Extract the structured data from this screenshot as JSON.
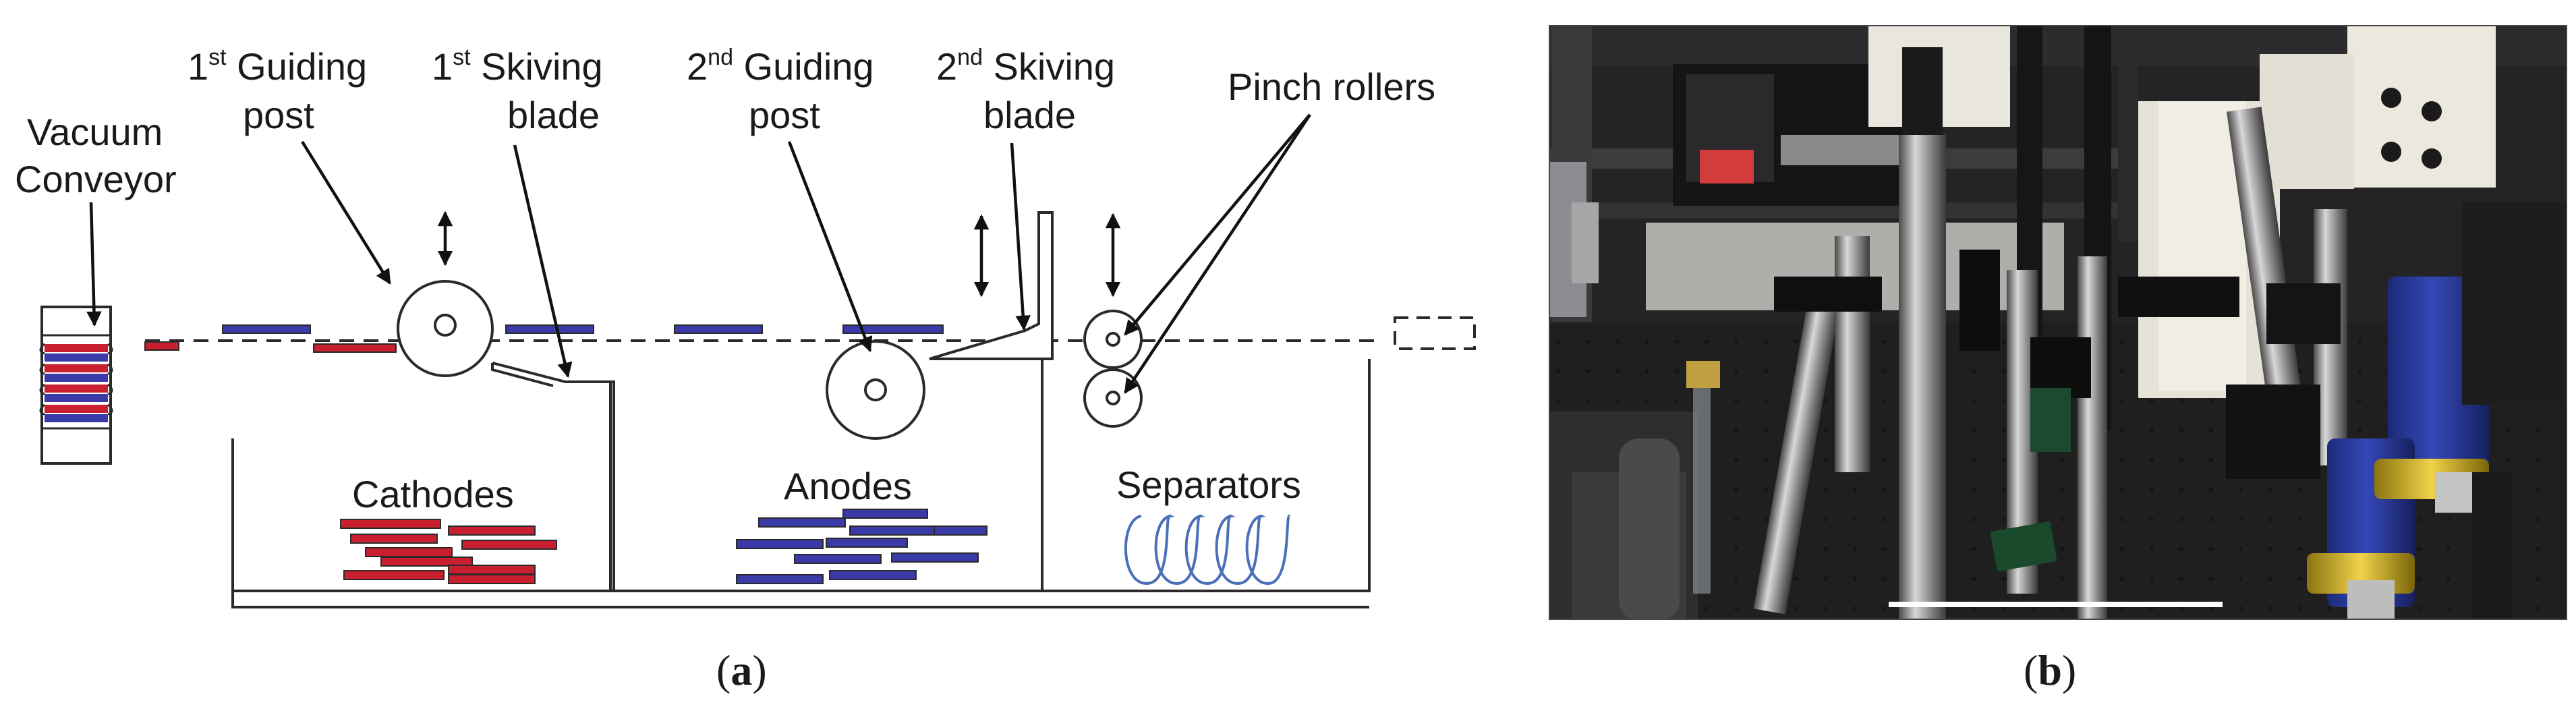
{
  "panel_a": {
    "labels": {
      "vacuum_line1": "Vacuum",
      "vacuum_line2": "Conveyor",
      "guide1_sup": "st",
      "guide1_pre": "1",
      "guide1_rest": " Guiding",
      "guide1_line2": "post",
      "skive1_pre": "1",
      "skive1_sup": "st",
      "skive1_rest": " Skiving",
      "skive1_line2": "blade",
      "guide2_pre": "2",
      "guide2_sup": "nd",
      "guide2_rest": " Guiding",
      "guide2_line2": "post",
      "skive2_pre": "2",
      "skive2_sup": "nd",
      "skive2_rest": " Skiving",
      "skive2_line2": "blade",
      "pinch": "Pinch rollers",
      "cathodes": "Cathodes",
      "anodes": "Anodes",
      "separators": "Separators"
    },
    "caption_open": "(",
    "caption_letter": "a",
    "caption_close": ")",
    "colors": {
      "cathode": "#c8202e",
      "anode": "#3a3aa8",
      "separator": "#4a70b8",
      "outline": "#2a2a2a"
    }
  },
  "panel_b": {
    "caption_open": "(",
    "caption_letter": "b",
    "caption_close": ")",
    "scale_bar_color": "#ffffff"
  }
}
